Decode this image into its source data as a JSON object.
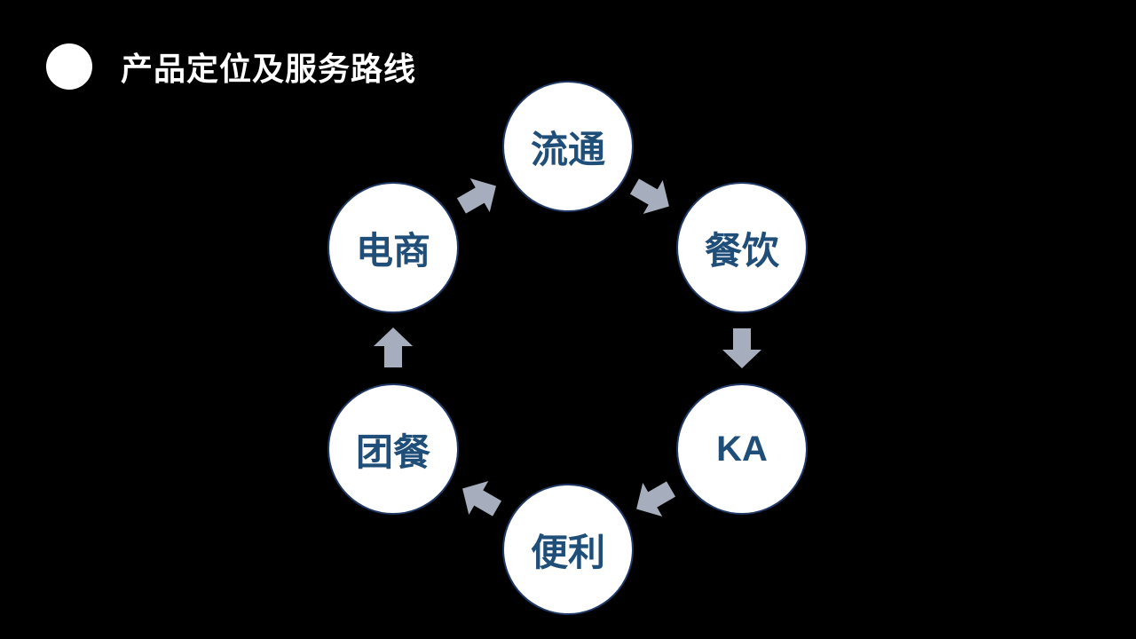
{
  "title": "产品定位及服务路线",
  "cycle": {
    "nodes": [
      "流通",
      "餐饮",
      "KA",
      "便利",
      "团餐",
      "电商"
    ],
    "arrow_color": "#a6adbc",
    "node_text_color": "#1f4e79",
    "node_border_color": "#1f3864"
  }
}
